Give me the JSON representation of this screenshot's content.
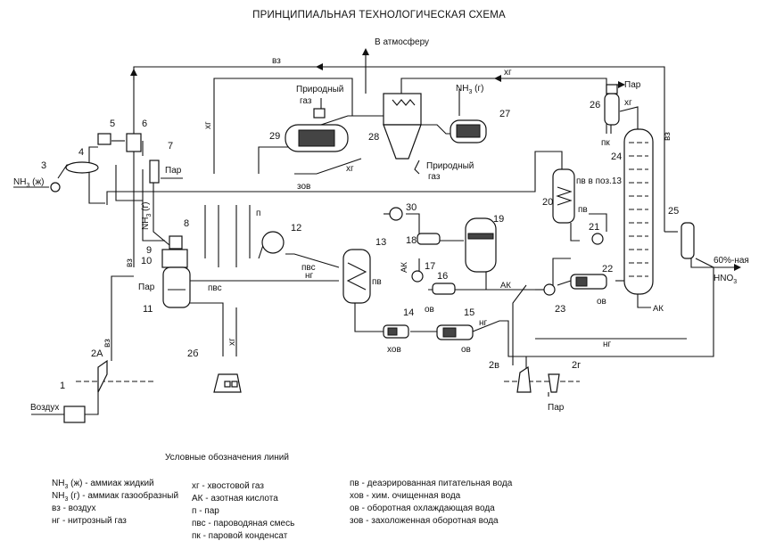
{
  "title": "ПРИНЦИПИАЛЬНАЯ ТЕХНОЛОГИЧЕСКАЯ СХЕМА",
  "labels": {
    "atmosphere": "В атмосферу",
    "vz_top": "вз",
    "hg_top": "хг",
    "hg_vert": "хг",
    "nh3_gas": "NH",
    "nh3_gas_sub": "3",
    "nh3_gas_suffix": " (г)",
    "nat_gas_1": "Природный",
    "nat_gas_2": "газ",
    "nat_gas_3": "Природный",
    "nat_gas_4": "газ",
    "hg_29": "хг",
    "par_7": "Пар",
    "par_26": "Пар",
    "hg_26": "хг",
    "pk": "пк",
    "vz_right": "вз",
    "nh3_liq": "NH",
    "nh3_liq_sub": "3",
    "nh3_liq_suffix": " (ж)",
    "pv_13": "пв в поз.13",
    "zov": "зов",
    "nh3_g_vert": "NH",
    "nh3_g_vert_sub": "3",
    "nh3_g_vert_suffix": " (г)",
    "p": "п",
    "pv_21": "пв",
    "vz_11": "вз",
    "par_11": "Пар",
    "pvs_12": "пвс",
    "pvs_11": "пвс",
    "ng_13": "нг",
    "pv_13b": "пв",
    "ak_17": "АК",
    "ov_16": "ов",
    "ak_22": "АК",
    "ov_22": "ов",
    "ak_24": "АК",
    "hno3_1": "60%-ная",
    "hno3_2": "HNO",
    "hno3_2_sub": "3",
    "ng_15": "нг",
    "hov_14": "хов",
    "ov_15": "ов",
    "ng_bottom": "нг",
    "vz_2a": "вз",
    "hg_2b": "хг",
    "vozduh": "Воздух",
    "par_2g": "Пар"
  },
  "positions": {
    "n1": "1",
    "n2a": "2А",
    "n2b": "2б",
    "n2v": "2в",
    "n2g": "2г",
    "n3": "3",
    "n4": "4",
    "n5": "5",
    "n6": "6",
    "n7": "7",
    "n8": "8",
    "n9": "9",
    "n10": "10",
    "n11": "11",
    "n12": "12",
    "n13": "13",
    "n14": "14",
    "n15": "15",
    "n16": "16",
    "n17": "17",
    "n18": "18",
    "n19": "19",
    "n20": "20",
    "n21": "21",
    "n22": "22",
    "n23": "23",
    "n24": "24",
    "n25": "25",
    "n26": "26",
    "n27": "27",
    "n28": "28",
    "n29": "29",
    "n30": "30"
  },
  "legend": {
    "heading": "Условные обозначения линий",
    "col1": [
      {
        "prefix": "NH",
        "sub": "3",
        "text": " (ж) - аммиак жидкий"
      },
      {
        "prefix": "NH",
        "sub": "3",
        "text": " (г)  - аммиак газообразный"
      },
      {
        "prefix": "",
        "sub": "",
        "text": "вз - воздух"
      },
      {
        "prefix": "",
        "sub": "",
        "text": "нг - нитрозный газ"
      }
    ],
    "col2": [
      "хг - хвостовой газ",
      "АК - азотная кислота",
      "п - пар",
      "пвс - пароводяная смесь",
      "пк - паровой конденсат"
    ],
    "col3": [
      "пв - деаэрированная питательная вода",
      "хов - хим. очищенная вода",
      "ов - оборотная охлаждающая вода",
      "зов - захоложенная оборотная вода"
    ]
  }
}
